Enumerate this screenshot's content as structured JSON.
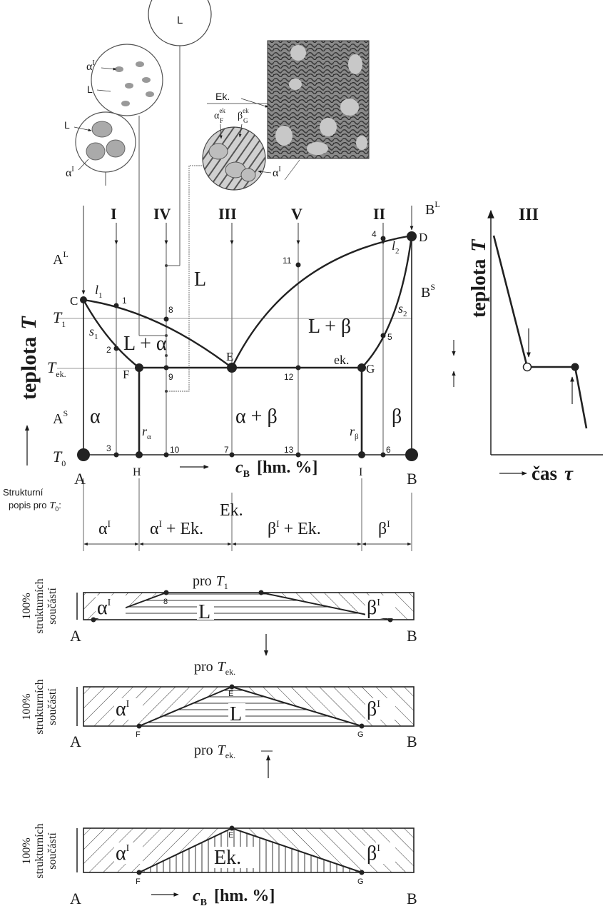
{
  "micro": {
    "circle_top": "L",
    "circle_mid_a": "α",
    "circle_mid_a_sup": "I",
    "circle_mid_l": "L",
    "circle_low_l": "L",
    "circle_low_a": "α",
    "circle_low_a_sup": "I",
    "eut_ek": "Ek.",
    "eut_alpha": "α",
    "eut_alpha_sup": "ek",
    "eut_alpha_sub": "F",
    "eut_beta": "β",
    "eut_beta_sup": "ek",
    "eut_beta_sub": "G",
    "eut_alphaI": "α",
    "eut_alphaI_sup": "I"
  },
  "phase": {
    "cols": [
      "I",
      "IV",
      "III",
      "V",
      "II"
    ],
    "ylabel": "teplota",
    "ylabel_var": "T",
    "AL": "A",
    "AL_sup": "L",
    "AS": "A",
    "AS_sup": "S",
    "BL": "B",
    "BL_sup": "L",
    "BS": "B",
    "BS_sup": "S",
    "T1": "T",
    "T1_sub": "1",
    "Tek": "T",
    "Tek_sub": "ek.",
    "T0": "T",
    "T0_sub": "0",
    "l1": "l",
    "l1_sub": "1",
    "s1": "s",
    "s1_sub": "1",
    "l2": "l",
    "l2_sub": "2",
    "s2": "s",
    "s2_sub": "2",
    "ra": "r",
    "ra_sub": "α",
    "rb": "r",
    "rb_sub": "β",
    "region_L": "L",
    "region_La": "L + α",
    "region_Lb": "L + β",
    "region_a": "α",
    "region_ab": "α + β",
    "region_b": "β",
    "ek_label": "ek.",
    "points": [
      "C",
      "F",
      "E",
      "G",
      "D",
      "A",
      "H",
      "I",
      "B"
    ],
    "nums": [
      "1",
      "2",
      "3",
      "4",
      "5",
      "6",
      "7",
      "8",
      "9",
      "10",
      "11",
      "12",
      "13"
    ],
    "xaxis_var": "c",
    "xaxis_sub": "B",
    "xaxis_unit": "[hm. %]"
  },
  "cooling": {
    "title": "III",
    "ylabel": "teplota",
    "ylabel_var": "T",
    "xlabel": "čas",
    "xlabel_var": "τ"
  },
  "structure": {
    "label_line1": "Strukturní",
    "label_line2": "popis pro",
    "label_var": "T",
    "label_sub": "0",
    "label_colon": ":",
    "cells": [
      "α",
      "α",
      "Ek.",
      "β",
      "β"
    ],
    "cell_sups": [
      "I",
      "I",
      "",
      "I",
      "I"
    ],
    "cell_rest": [
      "",
      " + Ek.",
      "",
      " + Ek.",
      ""
    ]
  },
  "bars": {
    "ylabel1": "100%",
    "ylabel2": "strukturních",
    "ylabel3": "součástí",
    "A": "A",
    "B": "B",
    "bar1_title": "pro",
    "bar1_var": "T",
    "bar1_sub": "1",
    "bar2_title": "pro",
    "bar2_var": "T",
    "bar2_sub": "ek.",
    "bar3_title": "pro",
    "bar3_var": "T",
    "bar3_sub": "ek.",
    "alpha": "α",
    "alpha_sup": "I",
    "beta": "β",
    "beta_sup": "I",
    "L": "L",
    "Ek": "Ek.",
    "pt8": "8",
    "ptE": "E",
    "ptF": "F",
    "ptG": "G",
    "xaxis_var": "c",
    "xaxis_sub": "B",
    "xaxis_unit": "[hm. %]"
  }
}
